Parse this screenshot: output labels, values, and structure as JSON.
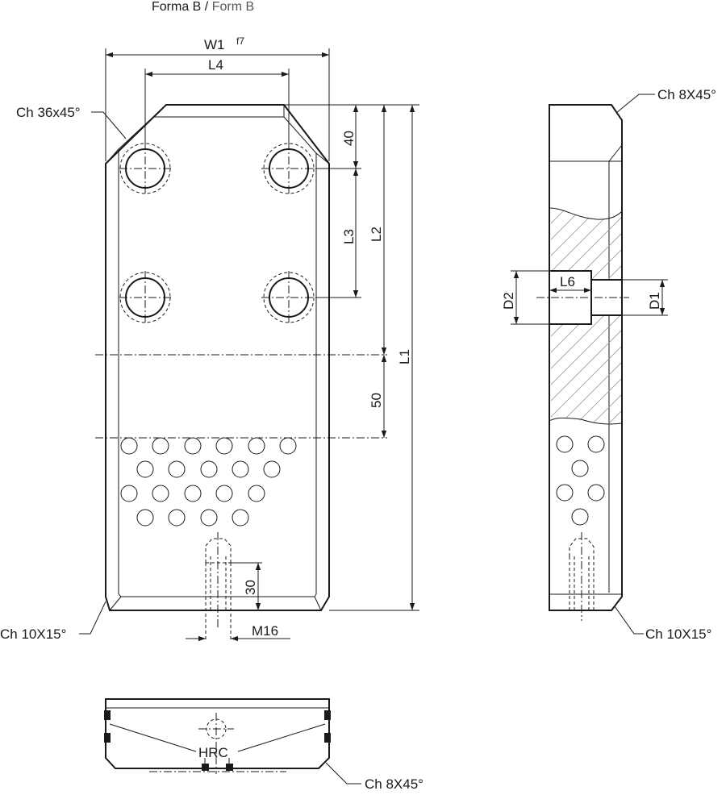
{
  "header": {
    "title_it": "Forma B",
    "separator": "/",
    "title_en": "Form B"
  },
  "front_view": {
    "dims": {
      "w1": "W1",
      "w1_tol": "f7",
      "l4": "L4",
      "d40": "40",
      "l3": "L3",
      "l2": "L2",
      "l1": "L1",
      "d50": "50",
      "d30": "30",
      "m16": "M16"
    },
    "callouts": {
      "chamfer_top": "Ch 36x45°",
      "chamfer_bottom": "Ch 10X15°"
    }
  },
  "side_view": {
    "dims": {
      "l6": "L6",
      "d2": "D2",
      "d1": "D1"
    },
    "callouts": {
      "chamfer_top": "Ch 8X45°",
      "chamfer_bottom": "Ch 10X15°"
    }
  },
  "bottom_view": {
    "labels": {
      "hrc": "HRC"
    },
    "callouts": {
      "chamfer": "Ch 8X45°"
    }
  }
}
